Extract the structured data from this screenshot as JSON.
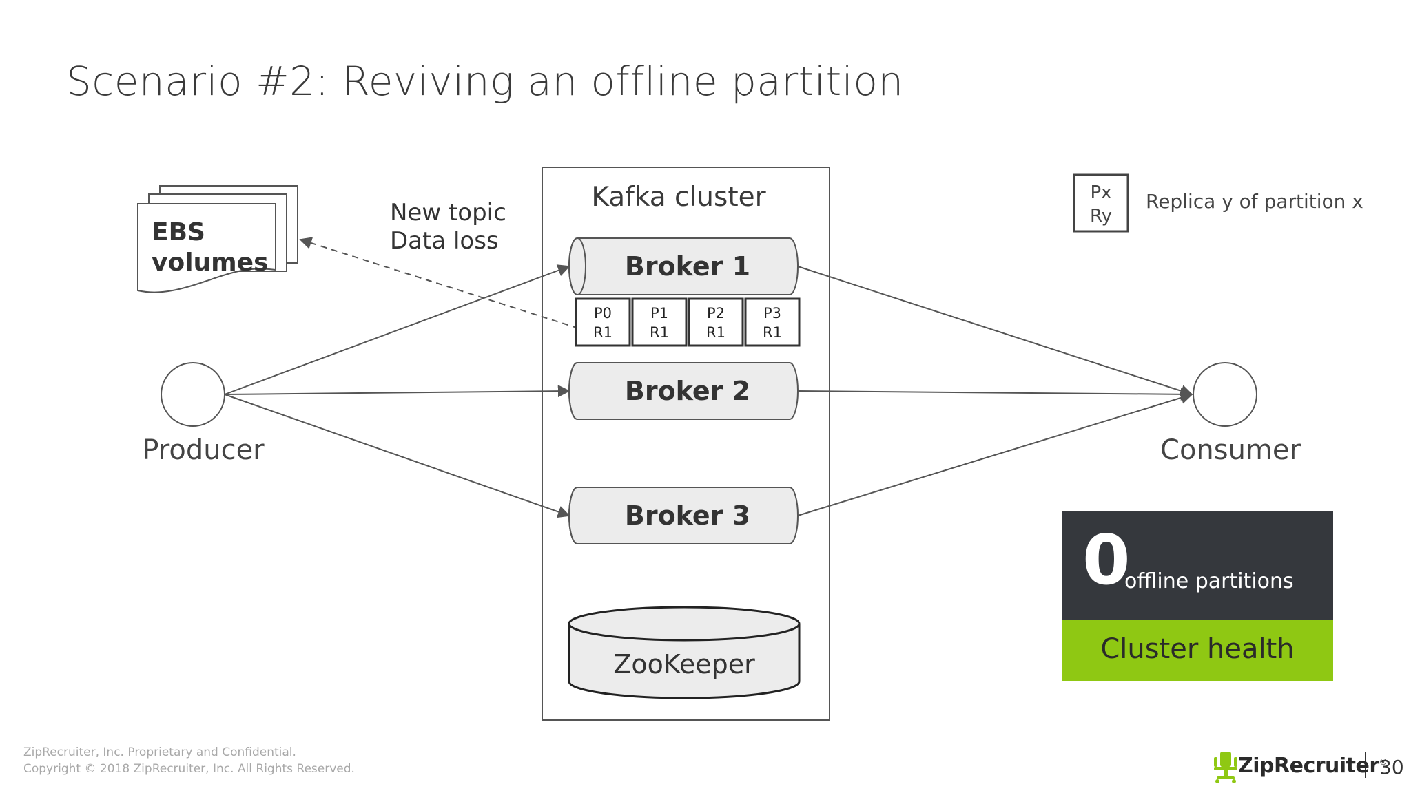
{
  "slide": {
    "title": "Scenario #2: Reviving an offline partition"
  },
  "diagram": {
    "ebs_label_line1": "EBS",
    "ebs_label_line2": "volumes",
    "new_topic_line1": "New topic",
    "new_topic_line2": "Data loss",
    "producer_label": "Producer",
    "consumer_label": "Consumer",
    "cluster_label": "Kafka cluster",
    "brokers": [
      "Broker 1",
      "Broker 2",
      "Broker 3"
    ],
    "partitions": [
      {
        "p": "P0",
        "r": "R1"
      },
      {
        "p": "P1",
        "r": "R1"
      },
      {
        "p": "P2",
        "r": "R1"
      },
      {
        "p": "P3",
        "r": "R1"
      }
    ],
    "zookeeper_label": "ZooKeeper"
  },
  "legend": {
    "box_line1": "Px",
    "box_line2": "Ry",
    "text": "Replica y of partition x"
  },
  "health": {
    "count": "0",
    "count_text": "offline partitions",
    "label": "Cluster health",
    "top_color": "#35383d",
    "bottom_color": "#8fc813"
  },
  "footer": {
    "line1": "ZipRecruiter, Inc. Proprietary and Confidential.",
    "line2": "Copyright © 2018 ZipRecruiter, Inc. All Rights Reserved.",
    "brand": "ZipRecruiter",
    "brand_mark": "®",
    "page_number": "30"
  },
  "icons": {
    "logo": "chair-logo-icon",
    "logo_color": "#8fc813"
  }
}
